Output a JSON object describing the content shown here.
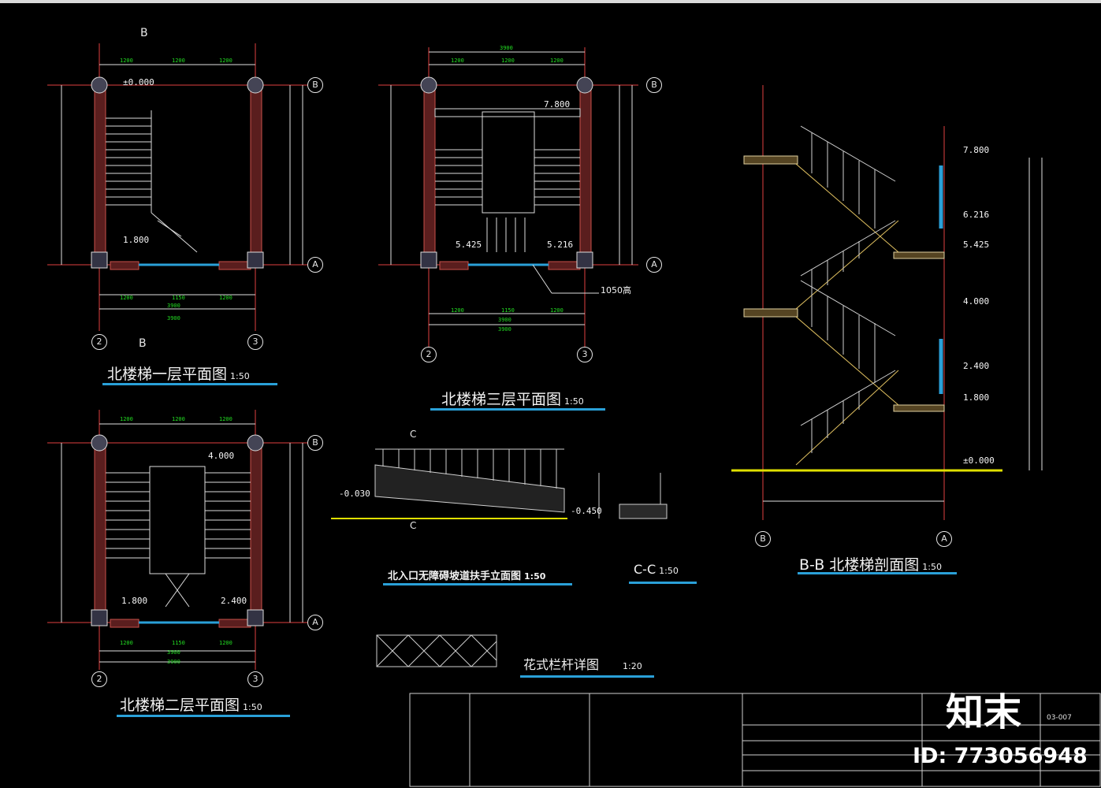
{
  "drawings": {
    "plan1": {
      "title": "北楼梯一层平面图",
      "scale": "1:50"
    },
    "plan2": {
      "title": "北楼梯二层平面图",
      "scale": "1:50"
    },
    "plan3": {
      "title": "北楼梯三层平面图",
      "scale": "1:50"
    },
    "section_bb": {
      "title": "B-B 北楼梯剖面图",
      "scale": "1:50"
    },
    "ramp": {
      "title": "北入口无障碍坡道扶手立面图",
      "scale": "1:50"
    },
    "section_cc": {
      "title": "C-C",
      "scale": "1:50"
    },
    "railing": {
      "title": "花式栏杆详图",
      "scale": "1:20"
    }
  },
  "elevations": {
    "plan1_top": "±0.000",
    "plan1_bottom": "1.800",
    "plan2_top": "4.000",
    "plan2_left": "1.800",
    "plan2_right": "2.400",
    "plan3_top": "7.800",
    "plan3_left": "5.425",
    "plan3_right": "5.216",
    "sec_7800": "7.800",
    "sec_6216": "6.216",
    "sec_5425": "5.425",
    "sec_4000": "4.000",
    "sec_2400": "2.400",
    "sec_1800": "1.800",
    "sec_0000": "±0.000",
    "ramp_left": "-0.030",
    "ramp_right": "-0.450"
  },
  "axes": {
    "A": "A",
    "B": "B",
    "n2": "2",
    "n3": "3"
  },
  "section_marks": {
    "B": "B",
    "C": "C"
  },
  "notes": {
    "plan3_note": "1050高"
  },
  "title_block": {
    "drawing_no": "03-007"
  },
  "watermark": {
    "logo": "知末",
    "id_text": "ID: 773056948"
  },
  "colors": {
    "background": "#000000",
    "dimension": "#ffff00",
    "wall": "#c8504a",
    "glass": "#2aa0d8",
    "ground": "#e0e000"
  }
}
